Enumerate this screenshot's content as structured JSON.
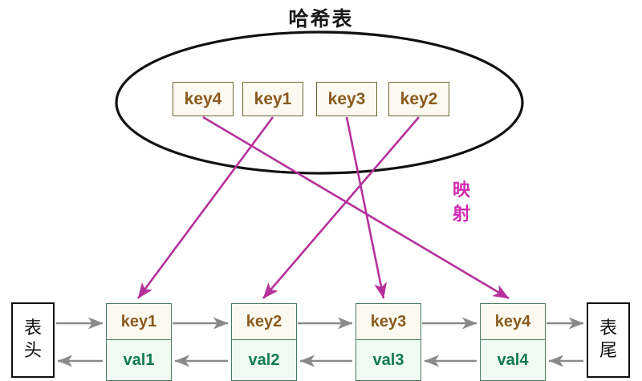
{
  "diagram": {
    "title": "哈希表",
    "mapping_label": "映射"
  },
  "hash_table": {
    "container_shape": "ellipse",
    "keys": [
      {
        "label": "key4"
      },
      {
        "label": "key1"
      },
      {
        "label": "key3"
      },
      {
        "label": "key2"
      }
    ]
  },
  "linked_list": {
    "head_label": "表头",
    "tail_label": "表尾",
    "nodes": [
      {
        "key": "key1",
        "val": "val1"
      },
      {
        "key": "key2",
        "val": "val2"
      },
      {
        "key": "key3",
        "val": "val3"
      },
      {
        "key": "key4",
        "val": "val4"
      }
    ]
  },
  "mappings": [
    {
      "from": "key4",
      "to": "key4"
    },
    {
      "from": "key1",
      "to": "key1"
    },
    {
      "from": "key3",
      "to": "key3"
    },
    {
      "from": "key2",
      "to": "key2"
    }
  ],
  "colors": {
    "ellipse_stroke": "#111111",
    "key_box_bg": "#fcfaf0",
    "key_box_border": "#6b6634",
    "key_text": "#8a5a1e",
    "val_cell_bg": "#eefaf2",
    "val_text": "#127a52",
    "node_border": "#4a7a5e",
    "mapping_arrow": "#b5309a",
    "list_arrow": "#8a8a8a",
    "terminal_border": "#111111",
    "title_text": "#1a1a1a",
    "mapping_label_text": "#d12ab0"
  }
}
